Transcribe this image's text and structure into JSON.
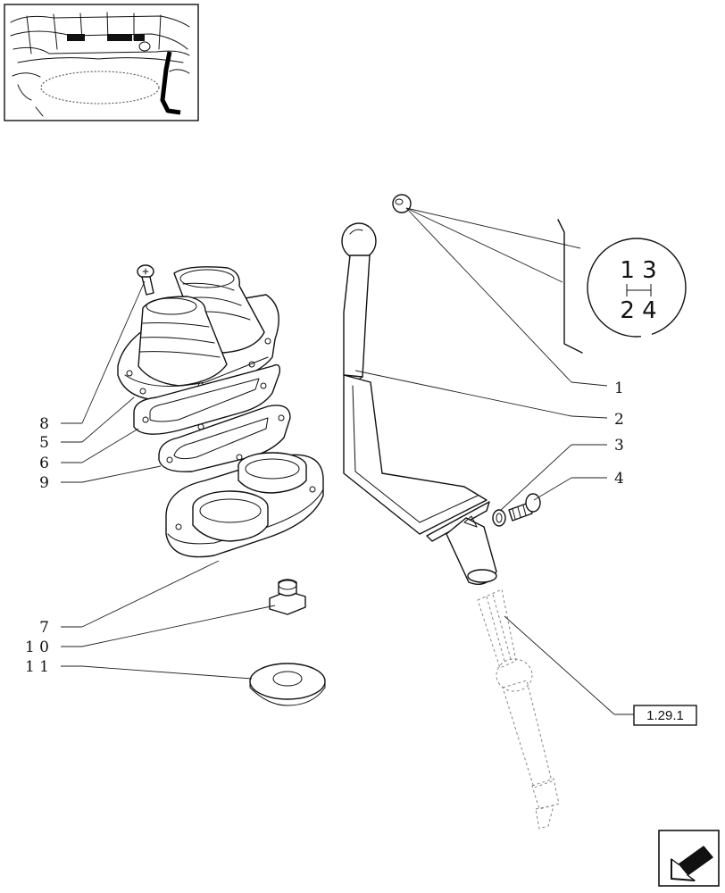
{
  "callouts": {
    "c1": "1",
    "c2": "2",
    "c3": "3",
    "c4": "4",
    "c5": "5",
    "c6": "6",
    "c7": "7",
    "c8": "8",
    "c9": "9",
    "c10": "1 0",
    "c11": "1 1"
  },
  "gear_pattern": {
    "top": "1  3",
    "bottom": "2  4"
  },
  "reference_box": "1.29.1",
  "icons": {
    "thumbnail": "tractor-cab-location-thumbnail",
    "nav": "next-page-arrow-icon"
  }
}
